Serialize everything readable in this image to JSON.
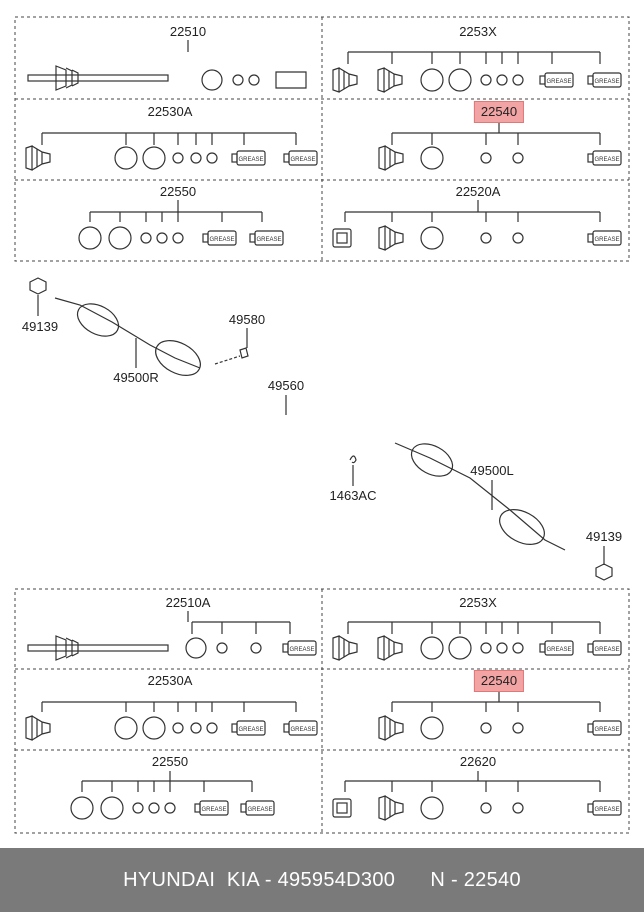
{
  "diagram": {
    "top_group": {
      "cells": [
        {
          "label": "22510"
        },
        {
          "label": "2253X"
        },
        {
          "label": "22530A"
        },
        {
          "label": "22540",
          "highlight": true
        },
        {
          "label": "22550"
        },
        {
          "label": "22520A"
        }
      ]
    },
    "middle": {
      "callouts": [
        {
          "label": "49139"
        },
        {
          "label": "49500R"
        },
        {
          "label": "49580"
        },
        {
          "label": "49560"
        },
        {
          "label": "1463AC"
        },
        {
          "label": "49500L"
        },
        {
          "label": "49139"
        }
      ]
    },
    "bottom_group": {
      "cells": [
        {
          "label": "22510A"
        },
        {
          "label": "2253X"
        },
        {
          "label": "22530A"
        },
        {
          "label": "22540",
          "highlight": true
        },
        {
          "label": "22550"
        },
        {
          "label": "22620"
        }
      ]
    },
    "grease_text": "GREASE",
    "highlight_color": "#f2a3a3"
  },
  "footer": {
    "brand": "HYUNDAI  KIA - 495954D300",
    "number": "N - 22540"
  }
}
